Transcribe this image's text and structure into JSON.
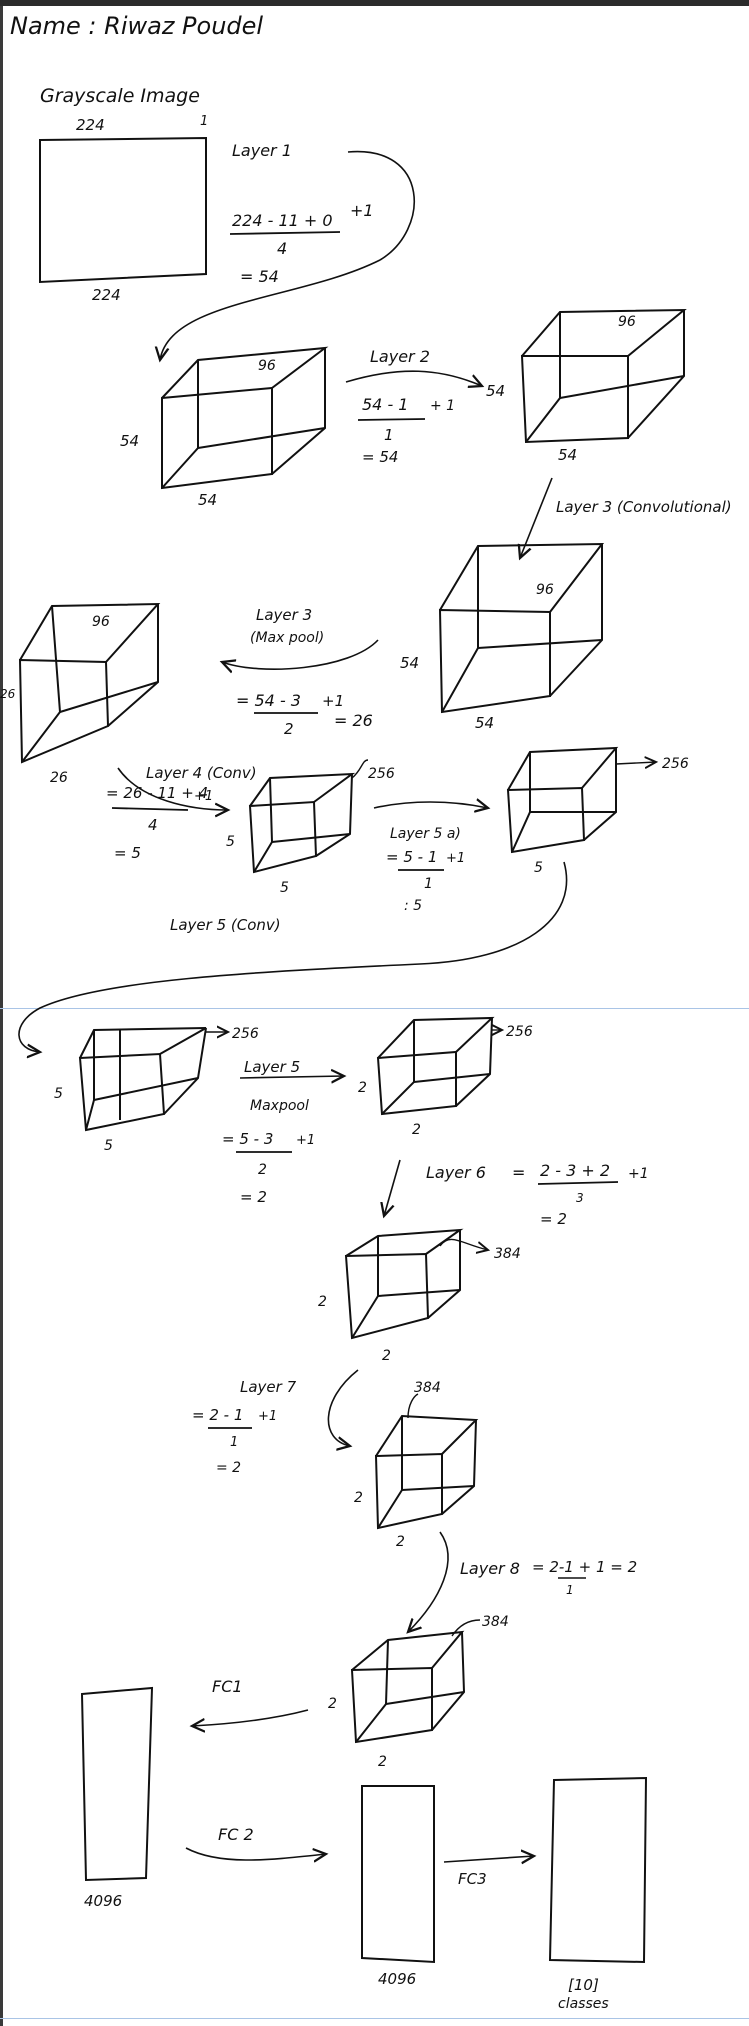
{
  "header": {
    "name": "Name : Riwaz Poudel"
  },
  "labels": {
    "input_title": "Grayscale Image",
    "input_width": "224",
    "input_height": "224",
    "input_depth": "1",
    "layer1": "Layer 1",
    "layer1_num": "224 - 11 + 0",
    "layer1_den": "4",
    "layer1_plus": "+1",
    "layer1_res": "= 54",
    "c1_top": "96",
    "c1_left": "54",
    "c1_bottom": "54",
    "layer2": "Layer 2",
    "layer2_num": "54 - 1",
    "layer2_plus": "+ 1",
    "layer2_den": "1",
    "layer2_res": "= 54",
    "c2_top": "96",
    "c2_left": "54",
    "c2_bottom": "54",
    "layer3conv": "Layer 3 (Convolutional)",
    "c3_top": "96",
    "c3_left": "54",
    "c3_bottom": "54",
    "layer3pool": "Layer 3",
    "layer3pool_sub": "(Max pool)",
    "layer3_num": "= 54 - 3",
    "layer3_plus": "+1",
    "layer3_den": "2",
    "layer3_res": "= 26",
    "c4_top": "96",
    "c4_left": "26",
    "c4_bottom": "26",
    "layer4": "Layer 4 (Conv)",
    "layer4_num": "= 26 - 11 + 4",
    "layer4_plus": "+1",
    "layer4_den": "4",
    "layer4_res": "= 5",
    "c5_right": "256",
    "c5_left": "5",
    "c5_bottom": "5",
    "layer5a": "Layer 5 a)",
    "layer5a_num": "= 5 - 1",
    "layer5a_plus": "+1",
    "layer5a_den": "1",
    "layer5a_res": ": 5",
    "c6_right": "256",
    "c6_bottom": "5",
    "layer5conv": "Layer 5 (Conv)",
    "c7_right": "256",
    "c7_left": "5",
    "c7_bottom": "5",
    "layer5": "Layer 5",
    "maxpool": "Maxpool",
    "layer5_num": "= 5 - 3",
    "layer5_plus": "+1",
    "layer5_den": "2",
    "layer5_res": "= 2",
    "c8_right": "256",
    "c8_left": "2",
    "c8_bottom": "2",
    "layer6": "Layer 6",
    "layer6_eq": "=",
    "layer6_num": "2 - 3 + 2",
    "layer6_plus": "+1",
    "layer6_den": "3",
    "layer6_res": "= 2",
    "c9_right": "384",
    "c9_left": "2",
    "c9_bottom": "2",
    "layer7": "Layer 7",
    "layer7_num": "= 2 - 1",
    "layer7_plus": "+1",
    "layer7_den": "1",
    "layer7_res": "= 2",
    "c10_top": "384",
    "c10_left": "2",
    "c10_bottom": "2",
    "layer8": "Layer 8",
    "layer8_formula": "= 2-1 + 1 = 2",
    "layer8_den": "1",
    "c11_right": "384",
    "c11_left": "2",
    "c11_bottom": "2",
    "fc1": "FC1",
    "fc1_size": "4096",
    "fc2": "FC 2",
    "fc2_size": "4096",
    "fc3": "FC3",
    "output_size": "[10]",
    "output_label": "classes"
  }
}
